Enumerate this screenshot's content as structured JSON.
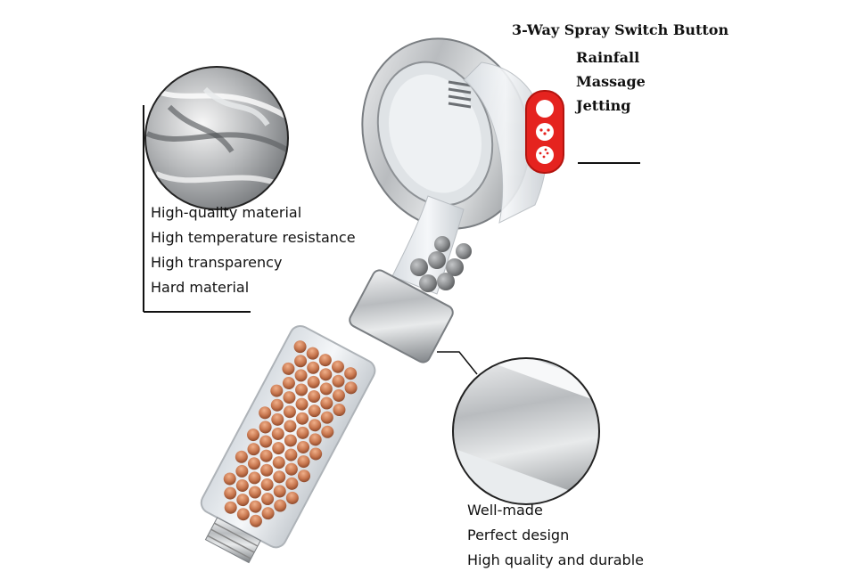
{
  "callouts": {
    "spray_switch": {
      "title": "3-Way Spray Switch Button",
      "modes": [
        "Rainfall",
        "Massage",
        "Jetting"
      ]
    },
    "material": {
      "features": [
        "High-quality material",
        "High temperature resistance",
        "High transparency",
        "Hard material"
      ]
    },
    "build": {
      "features": [
        "Well-made",
        "Perfect design",
        "High quality and durable"
      ]
    }
  },
  "colors": {
    "switch_red": "#e5231f",
    "chrome": "#a8acb0",
    "mineral_beads": "#c8774f",
    "stone_beads": "#8a8c8e"
  }
}
